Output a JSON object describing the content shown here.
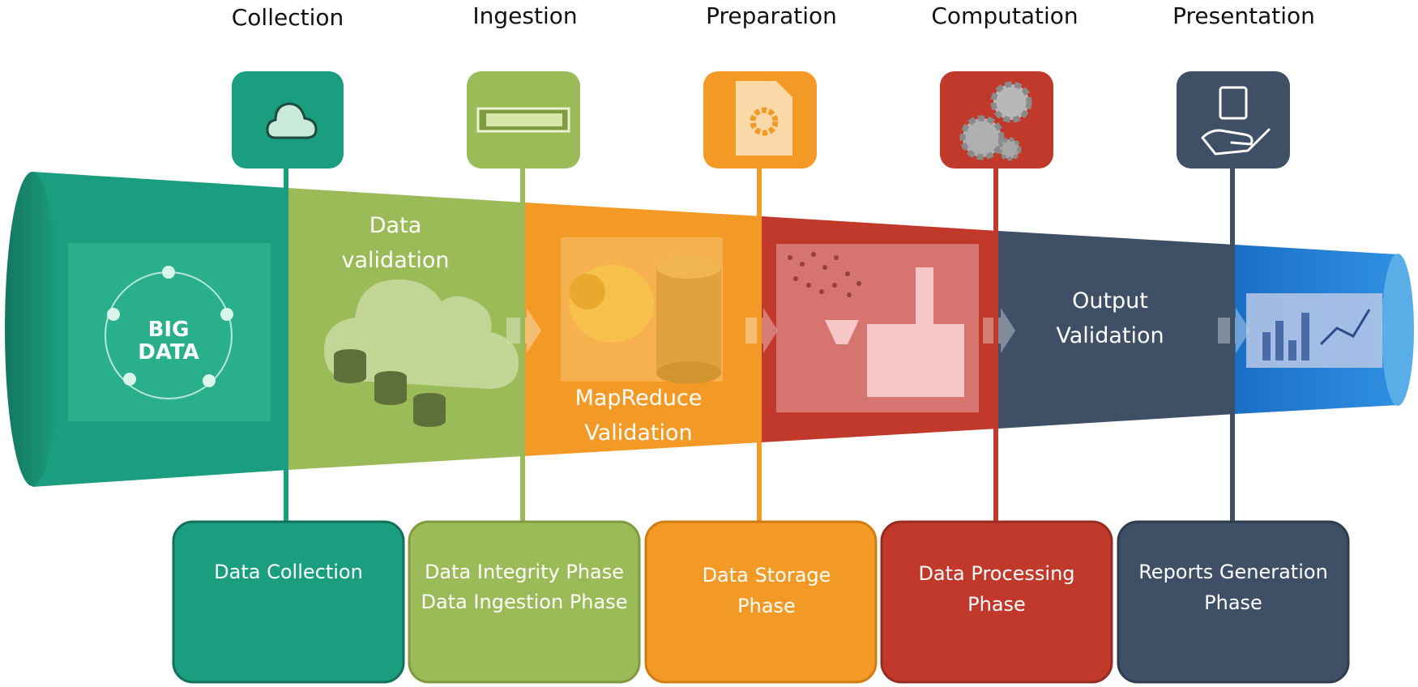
{
  "stages": [
    {
      "title": "Collection",
      "color": "#1b9e80",
      "icon": "cloud-icon",
      "box_lines": [
        "Data Collection"
      ]
    },
    {
      "title": "Ingestion",
      "color": "#9bbb59",
      "icon": "progress-bar-icon",
      "box_lines": [
        "Data Integrity Phase",
        "Data Ingestion Phase"
      ]
    },
    {
      "title": "Preparation",
      "color": "#f29a25",
      "icon": "document-gear-icon",
      "box_lines": [
        "Data Storage",
        "Phase"
      ]
    },
    {
      "title": "Computation",
      "color": "#c0392b",
      "icon": "gears-icon",
      "box_lines": [
        "Data Processing",
        "Phase"
      ]
    },
    {
      "title": "Presentation",
      "color": "#3f5066",
      "icon": "hand-bag-icon",
      "box_lines": [
        "Reports Generation",
        "Phase"
      ]
    }
  ],
  "funnel_labels": {
    "data_validation": [
      "Data",
      "validation"
    ],
    "mapreduce_validation": [
      "MapReduce",
      "Validation"
    ],
    "output_validation": [
      "Output",
      "Validation"
    ]
  },
  "big_data_logo": [
    "BIG",
    "DATA"
  ],
  "end_color": "#1a73c9"
}
